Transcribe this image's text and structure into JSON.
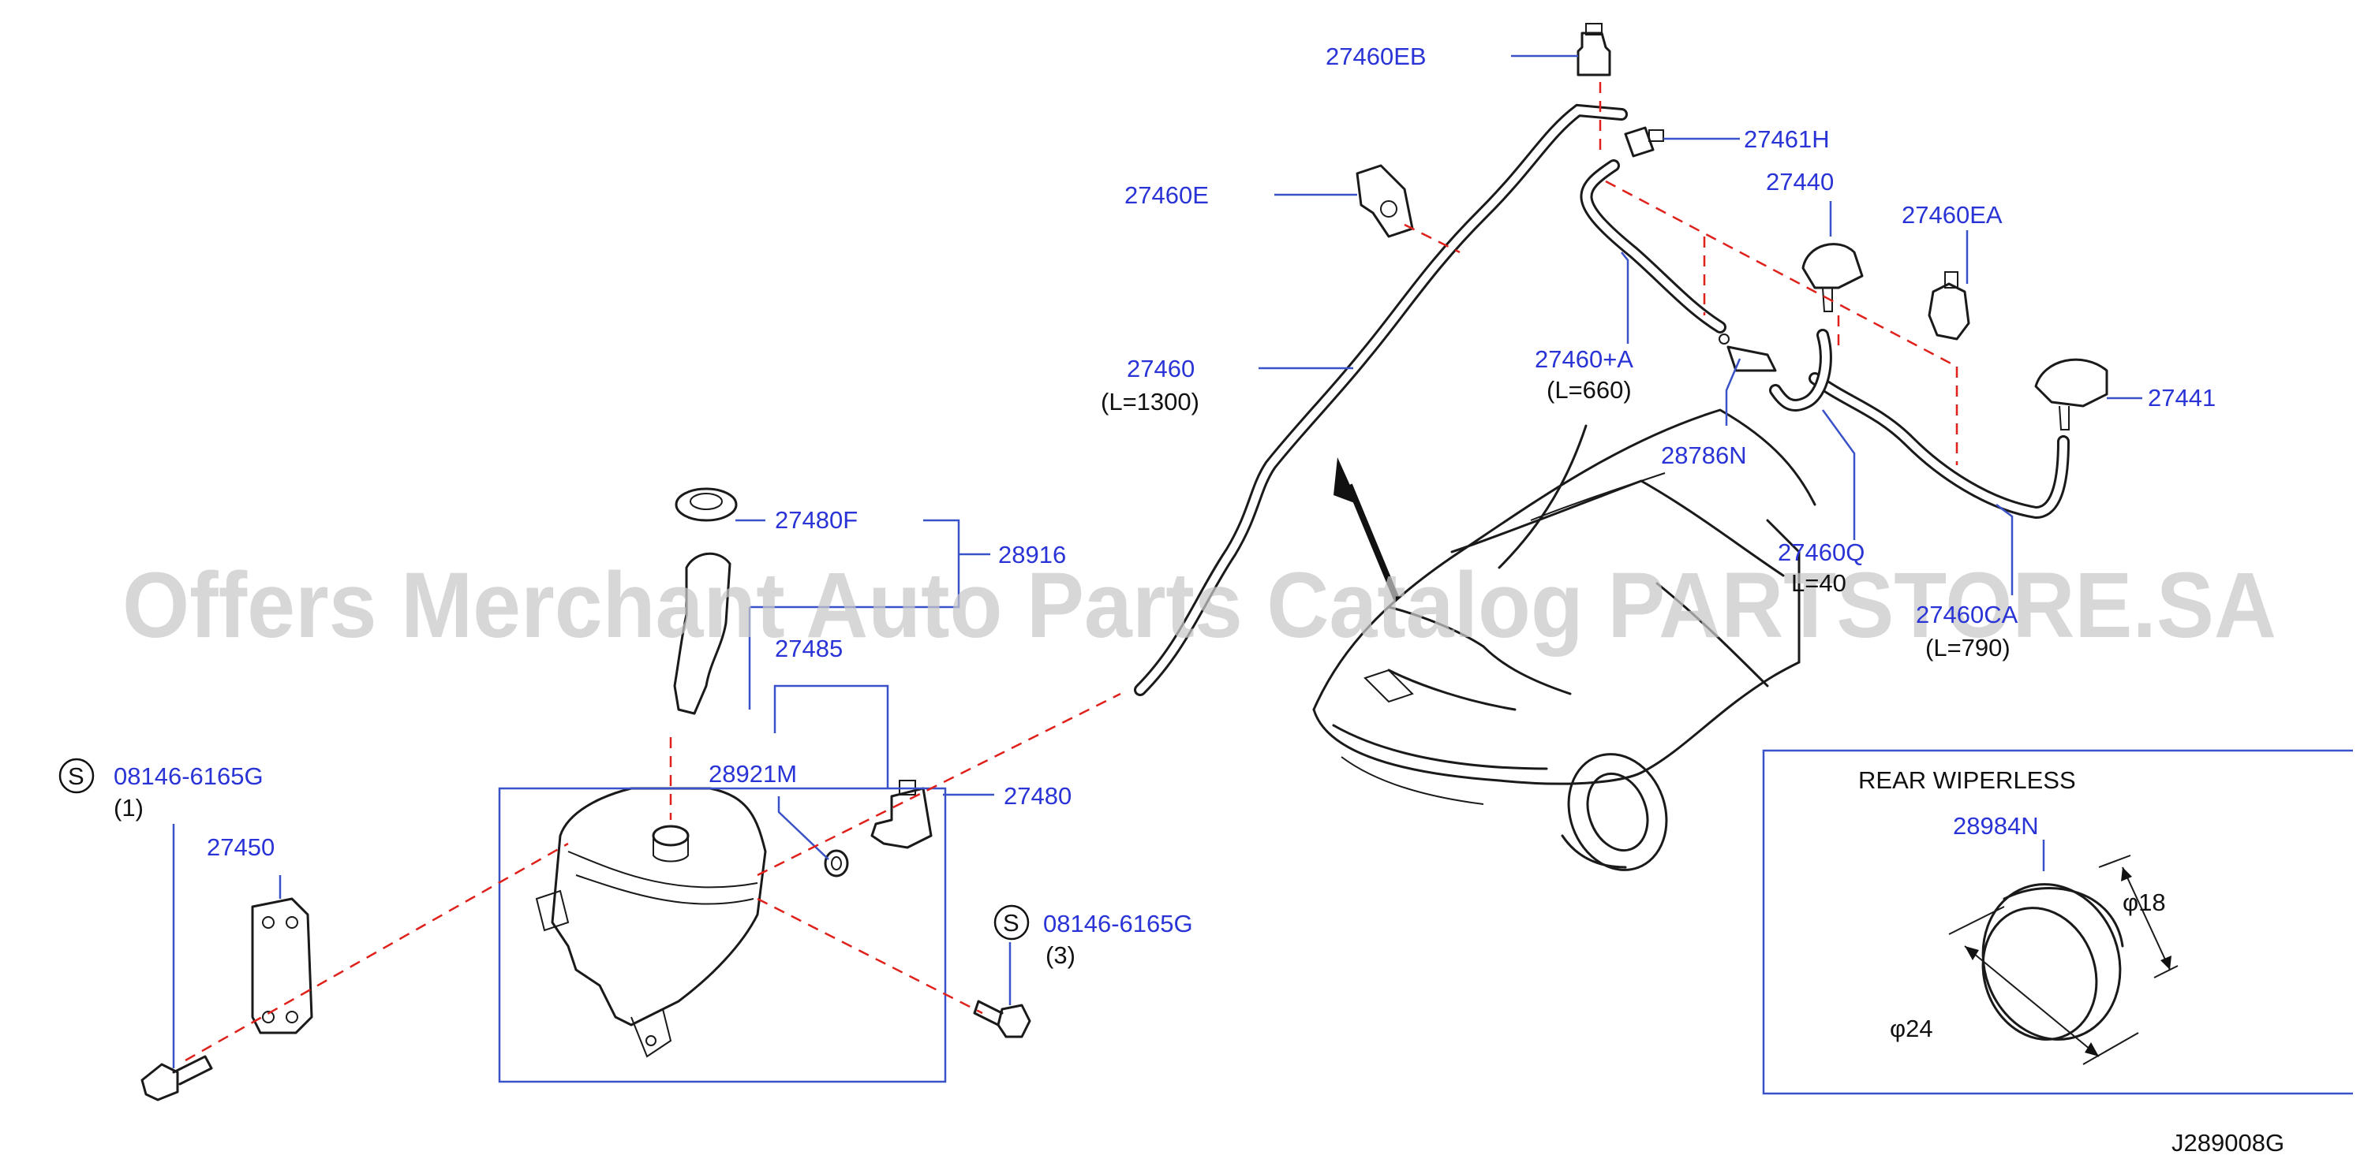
{
  "watermark": "Offers Merchant Auto Parts Catalog PARTSTORE.SA",
  "diagram_code": "J289008G",
  "colors": {
    "part_label": "#2a34d6",
    "leader_line": "#3a52c8",
    "dashed_line": "#e0201a",
    "drawing": "#1a1a1a"
  },
  "parts": {
    "p27460EB": "27460EB",
    "p27461H": "27461H",
    "p27460E": "27460E",
    "p27440": "27440",
    "p27460EA": "27460EA",
    "p27460": "27460",
    "p27460_len": "(L=1300)",
    "p27460A": "27460+A",
    "p27460A_len": "(L=660)",
    "p27441": "27441",
    "p28786N": "28786N",
    "p27460Q": "27460Q",
    "p27460Q_len": "L=40",
    "p27460CA": "27460CA",
    "p27460CA_len": "(L=790)",
    "p27480F": "27480F",
    "p28916": "28916",
    "p27485": "27485",
    "p28921M": "28921M",
    "p27480": "27480",
    "bolt1": "08146-6165G",
    "bolt1_qty": "(1)",
    "bolt2": "08146-6165G",
    "bolt2_qty": "(3)",
    "p27450": "27450",
    "s_mark": "S"
  },
  "rear_box": {
    "title": "REAR  WIPERLESS",
    "part": "28984N",
    "dim_small": "φ18",
    "dim_large": "φ24"
  }
}
